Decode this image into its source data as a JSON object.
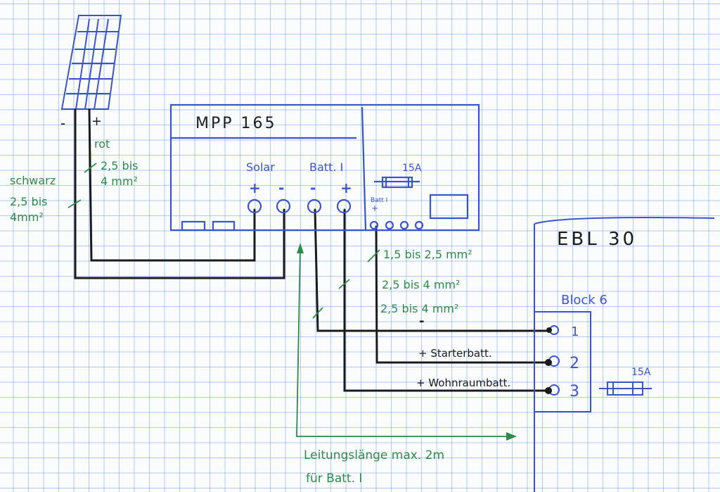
{
  "solar_panel": {
    "label_minus": "-",
    "label_plus": "+",
    "wire_plus_color": "rot",
    "wire_plus_size": [
      "2,5 bis",
      "4 mm²"
    ],
    "wire_minus_color": "schwarz",
    "wire_minus_size": [
      "2,5 bis",
      "4mm²"
    ]
  },
  "controller": {
    "title": "MPP 165",
    "solar_label": "Solar",
    "batt_label": "Batt. I",
    "solar_plus": "+",
    "solar_minus": "-",
    "batt_minus": "-",
    "batt_plus": "+",
    "fuse_label": "15A",
    "battI_small_label": "Batt I",
    "battI_small_plus": "+"
  },
  "wire_labels": {
    "w1": "1,5 bis 2,5 mm²",
    "w2": "2,5 bis 4 mm²",
    "w3": "2,5 bis 4 mm²",
    "minus": "-",
    "starter": "+ Starterbatt.",
    "wohnraum": "+ Wohnraumbatt."
  },
  "ebl": {
    "title": "EBL 30",
    "block_label": "Block 6",
    "terminals": [
      "1",
      "2",
      "3"
    ],
    "fuse_label": "15A"
  },
  "note": {
    "line1": "Leitungslänge max. 2m",
    "line2": "für Batt. I"
  },
  "colors": {
    "ink_blue": "#3a55c8",
    "ink_green": "#2e8a4a",
    "ink_black": "#1b1b1b"
  }
}
